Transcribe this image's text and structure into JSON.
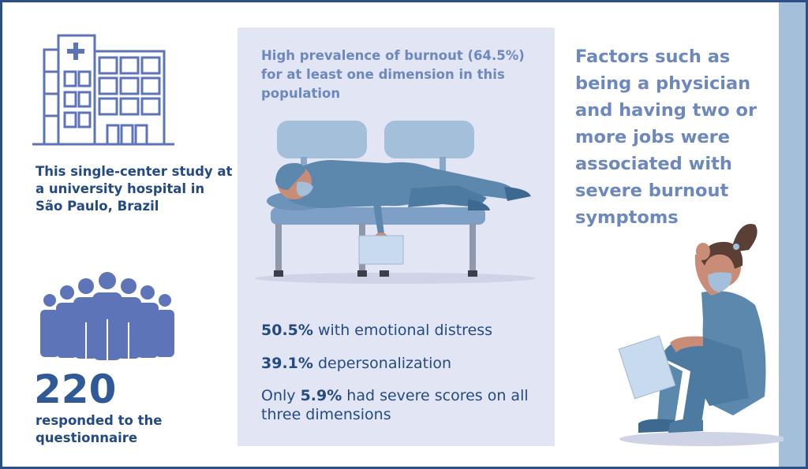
{
  "left": {
    "study_description": "This single-center study at a university hospital in São Paulo, Brazil",
    "respondent_count": "220",
    "respondent_label": "responded to the questionnaire"
  },
  "center": {
    "prevalence_text": "High prevalence of burnout (64.5%) for at least one dimension in this population",
    "stats": [
      {
        "value": "50.5%",
        "prefix": "",
        "label": " with emotional distress"
      },
      {
        "value": "39.1%",
        "prefix": "",
        "label": " depersonalization"
      },
      {
        "value": "5.9%",
        "prefix": "Only ",
        "label": " had severe scores on all three dimensions"
      }
    ]
  },
  "right": {
    "factors_text": "Factors such as being a physician and having two or more jobs were associated with severe burnout symptoms"
  },
  "icons": {
    "hospital": "hospital-icon",
    "people": "group-of-people-icon"
  },
  "colors": {
    "border": "#2c4f85",
    "dark_text": "#244a84",
    "light_text": "#6d88bd",
    "panel": "#e2e5f4",
    "stripe": "#a3bfda",
    "icon": "#5d74b8",
    "scrubs": "#5d88ad"
  }
}
